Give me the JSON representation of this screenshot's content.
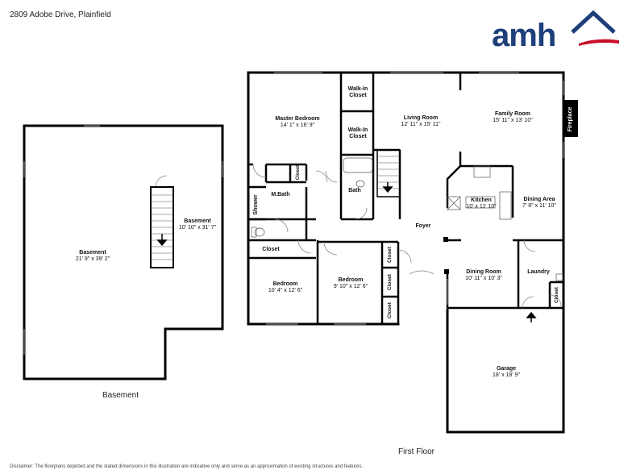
{
  "header": {
    "address": "2809 Adobe Drive, Plainfield"
  },
  "logo": {
    "text": "amh",
    "brand_color": "#1d3f7a",
    "accent_color": "#c8102e"
  },
  "basement": {
    "caption": "Basement",
    "rooms": [
      {
        "name": "Basement",
        "dims": "21' 9\" x 39' 2\""
      },
      {
        "name": "Basement",
        "dims": "10' 10\" x 31' 7\""
      }
    ]
  },
  "first_floor": {
    "caption": "First Floor",
    "rooms": {
      "walkin1": {
        "name": "Walk-In Closet"
      },
      "walkin2": {
        "name": "Walk-In Closet"
      },
      "master": {
        "name": "Master Bedroom",
        "dims": "14' 1\" x 16' 9\""
      },
      "living": {
        "name": "Living Room",
        "dims": "12' 11\" x 15' 11\""
      },
      "family": {
        "name": "Family Room",
        "dims": "15' 11\" x 13' 10\""
      },
      "fireplace": {
        "name": "Fireplace"
      },
      "closet_master": {
        "name": "Closet"
      },
      "mbath": {
        "name": "M.Bath"
      },
      "shower": {
        "name": "Shower"
      },
      "bath": {
        "name": "Bath"
      },
      "kitchen": {
        "name": "Kitchen",
        "dims": "10' x 11' 10\""
      },
      "dining_area": {
        "name": "Dining Area",
        "dims": "7' 8\" x 11' 10\""
      },
      "foyer": {
        "name": "Foyer"
      },
      "closet_hall": {
        "name": "Closet"
      },
      "bedroom1": {
        "name": "Bedroom",
        "dims": "10' 4\" x 12' 6\""
      },
      "bedroom2": {
        "name": "Bedroom",
        "dims": "9' 10\" x 12' 6\""
      },
      "closet_b1": {
        "name": "Closet"
      },
      "closet_b2": {
        "name": "Closet"
      },
      "closet_b3": {
        "name": "Closet"
      },
      "dining_room": {
        "name": "Dining Room",
        "dims": "10' 11\" x 10' 3\""
      },
      "laundry": {
        "name": "Laundry"
      },
      "closet_laundry": {
        "name": "Closet"
      },
      "garage": {
        "name": "Garage",
        "dims": "18' x 18' 9\""
      }
    }
  },
  "footer": {
    "disclaimer": "Disclaimer: The floorplans depicted and the stated dimensions in this illustration are indicative only and serve as an approximation of existing structures and features."
  }
}
